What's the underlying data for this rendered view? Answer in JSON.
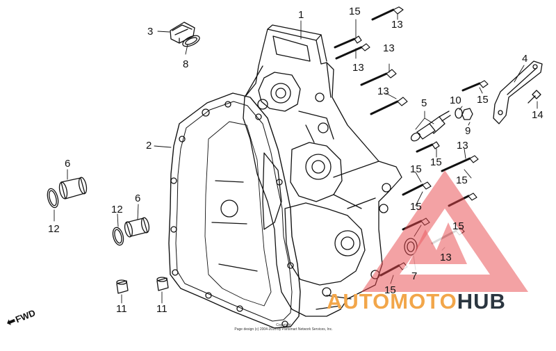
{
  "callouts": {
    "c1": "1",
    "c2": "2",
    "c3": "3",
    "c4": "4",
    "c5": "5",
    "c6a": "6",
    "c6b": "6",
    "c7": "7",
    "c8": "8",
    "c9": "9",
    "c10": "10",
    "c11a": "11",
    "c11b": "11",
    "c12a": "12",
    "c12b": "12",
    "c13a": "13",
    "c13b": "13",
    "c13c": "13",
    "c13d": "13",
    "c13e": "13",
    "c13f": "13",
    "c14": "14",
    "c15a": "15",
    "c15b": "15",
    "c15c": "15",
    "c15d": "15",
    "c15e": "15",
    "c15f": "15",
    "c15g": "15",
    "c15h": "15"
  },
  "fwd_label": "FWD",
  "copyright": [
    "Copyright",
    "Page design (c) 2004-2016 by Partsmart Network Services, Inc."
  ],
  "watermark": {
    "part1": "AUTOMOTO",
    "part2": "HUB",
    "color_accent": "#f2a64a",
    "color_dark": "#2b3640",
    "color_logo": "#e8474c"
  }
}
